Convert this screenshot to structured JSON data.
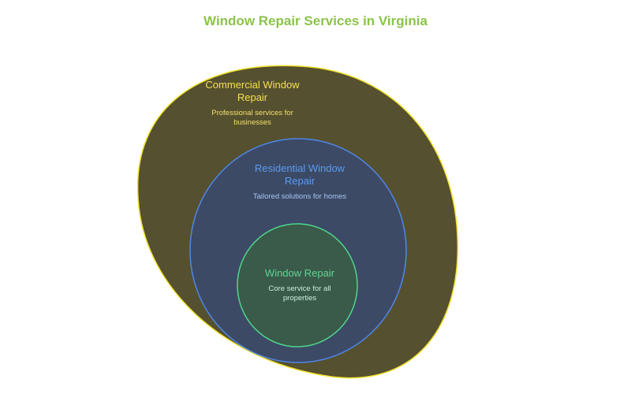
{
  "title": "Window Repair Services in Virginia",
  "colors": {
    "title": "#8bc34a",
    "outer_fill": "#55502f",
    "outer_stroke": "#f2e12a",
    "middle_fill": "#3c4a66",
    "middle_stroke": "#4f86e8",
    "inner_fill": "#3a5a4a",
    "inner_stroke": "#4fd88a"
  },
  "layers": {
    "outer": {
      "label": "Commercial Window Repair",
      "description": "Professional services for businesses"
    },
    "middle": {
      "label": "Residential Window Repair",
      "description": "Tailored solutions for homes"
    },
    "inner": {
      "label": "Window Repair",
      "description": "Core service for all properties"
    }
  }
}
